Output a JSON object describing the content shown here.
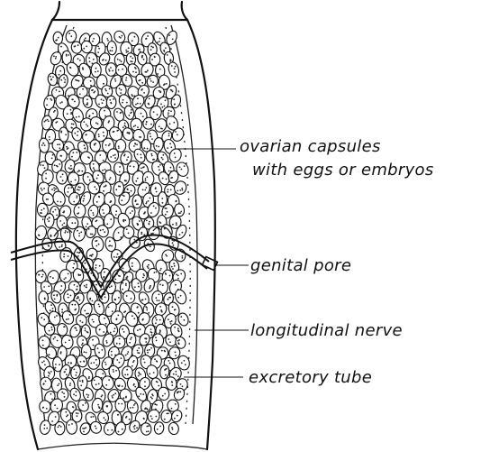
{
  "labels": {
    "ovarian_line1": "ovarian capsules",
    "ovarian_line2": "with eggs or embryos",
    "genital_pore": "genital pore",
    "longitudinal_nerve": "longitudinal nerve",
    "excretory_tube": "excretory tube"
  }
}
